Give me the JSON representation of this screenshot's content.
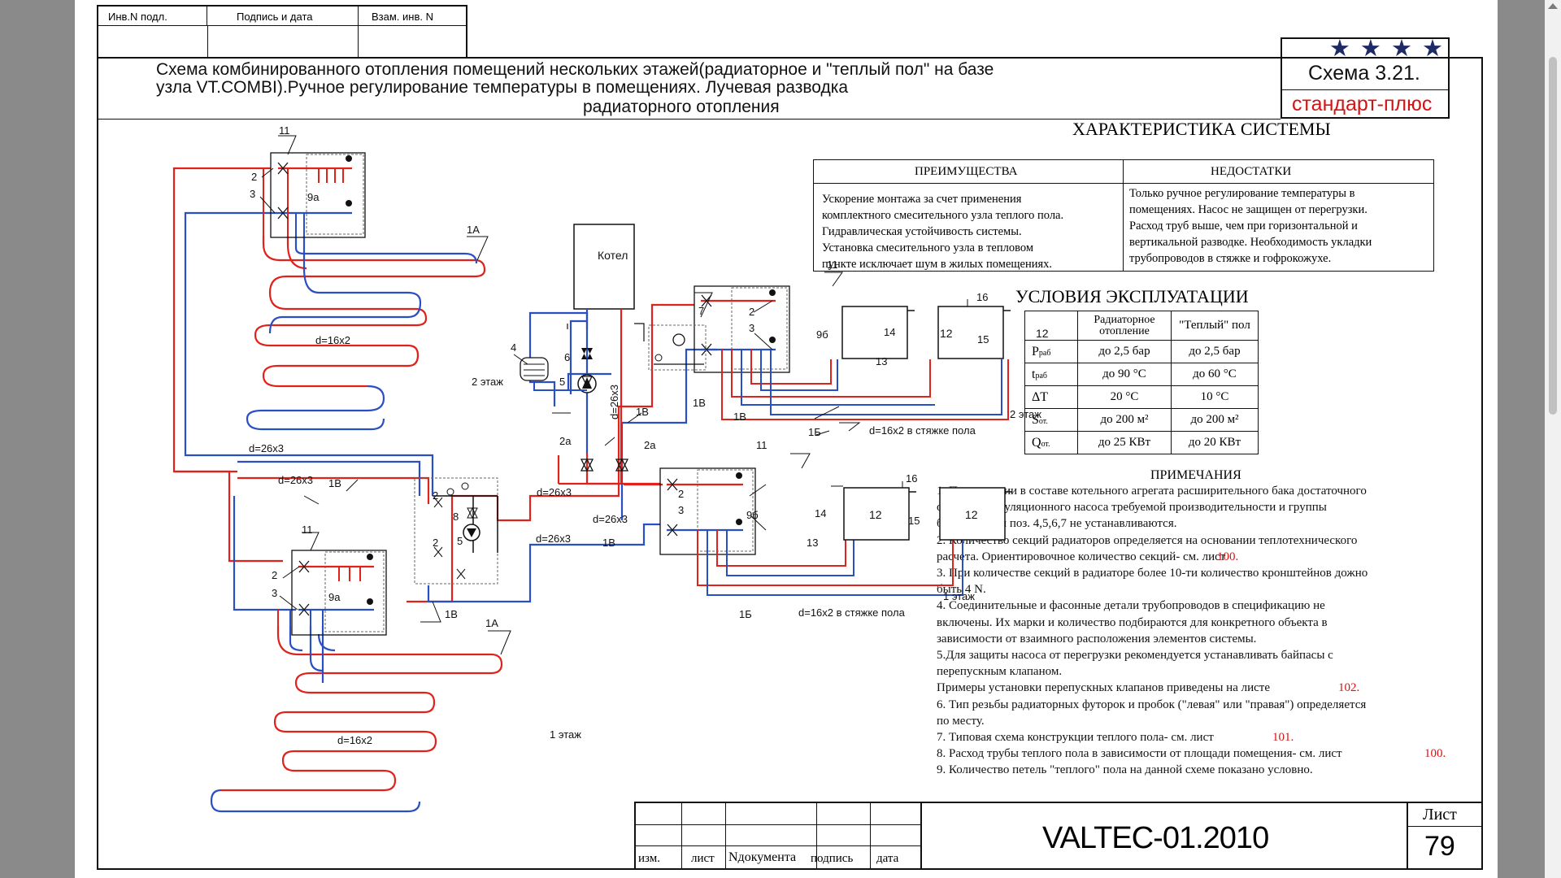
{
  "stamp_top": {
    "inv_podl": "Инв.N подл.",
    "podpis_data": "Подпись и дата",
    "vzam_inv": "Взам. инв. N"
  },
  "title": {
    "line1": "Схема комбинированного отопления помещений нескольких этажей(радиаторное и  \"теплый пол\" на базе",
    "line2": "узла VT.COMBI).Ручное  регулирование температуры в помещениях. Лучевая  разводка",
    "line3": "радиаторного отопления"
  },
  "badge": {
    "stars": "★ ★ ★ ★",
    "scheme": "Схема 3.21.",
    "level": "стандарт-плюс"
  },
  "characteristics": {
    "heading": "ХАРАКТЕРИСТИКА СИСТЕМЫ",
    "adv_header": "ПРЕИМУЩЕСТВА",
    "dis_header": "НЕДОСТАТКИ",
    "advantages": [
      "Ускорение монтажа за счет применения",
      "комплектного смесительного узла теплого пола.",
      "Гидравлическая устойчивость системы.",
      "Установка смесительного узла в тепловом",
      "пункте исключает шум в  жилых помещениях."
    ],
    "disadvantages": [
      "Только ручное регулирование температуры в",
      "помещениях. Насос не защищен от перегрузки.",
      "Расход труб выше, чем при  горизонтальной и",
      "вертикальной разводке. Необходимость укладки",
      "трубопроводов в стяжке и гофрокожухе."
    ]
  },
  "conditions": {
    "heading": "УСЛОВИЯ ЭКСПЛУАТАЦИИ",
    "col1": "Радиаторное отопление",
    "col2": "\"Теплый\" пол",
    "rows": [
      {
        "p": "P",
        "sub": "раб",
        "v1": "до 2,5 бар",
        "v2": "до 2,5 бар"
      },
      {
        "p": "t",
        "sub": "раб",
        "v1": "до 90 °С",
        "v2": "до 60 °С"
      },
      {
        "p": "ΔT",
        "sub": "",
        "v1": "20 °С",
        "v2": "10 °С"
      },
      {
        "p": "S",
        "sub": "от.",
        "v1": "до 200 м²",
        "v2": "до 200 м²"
      },
      {
        "p": "Q",
        "sub": "от.",
        "v1": "до 25 КВт",
        "v2": "до 20 КВт"
      }
    ]
  },
  "notes": {
    "heading": "ПРИМЕЧАНИЯ",
    "lines": [
      "1. При наличии в составе котельного агрегата расширительного бака достаточного",
      "объема, циркуляционного насоса требуемой производительности и группы",
      "безопасности  поз. 4,5,6,7 не устанавливаются.",
      "2. Количество секций радиаторов определяется на основании теплотехнического",
      "расчета. Ориентировочное количество секций- см. лист",
      "3. При количестве секций в радиаторе более 10-ти количество кронштейнов дожно",
      "быть 4 N.",
      "4. Соединительные и фасонные детали трубопроводов в спецификацию не",
      "включены. Их марки и количество  подбираются для конкретного объекта в",
      "зависимости от  взаимного расположения элементов системы.",
      "5.Для защиты насоса от перегрузки рекомендуется устанавливать байпасы с",
      "перепускным клапаном.",
      "Примеры установки перепускных клапанов приведены на листе",
      "6. Тип резьбы радиаторных футорок и пробок (\"левая\" или \"правая\") определяется",
      "по месту.",
      "7. Типовая схема конструкции теплого пола- см. лист",
      "8. Расход трубы теплого пола в зависимости от площади помещения- см. лист",
      "9. Количество петель \"теплого\" пола на данной схеме показано условно."
    ],
    "ref_100a": "100.",
    "ref_102": "102.",
    "ref_101": "101.",
    "ref_100b": "100."
  },
  "diagram": {
    "boiler": "Котел",
    "floor2": "2 этаж",
    "floor1": "1 этаж",
    "floor2_right": "2 этаж",
    "floor1_right": "1 этаж",
    "d16_top": "d=16x2",
    "d16_bottom": "d=16x2",
    "d26_a": "d=26x3",
    "d26_b": "d=26x3",
    "d26_c": "d=26x3",
    "d26_d": "d=26x3",
    "d26_e": "d=26x3",
    "d26_vert": "d=26x3",
    "screed_top": "d=16x2 в стяжке пола",
    "screed_bottom": "d=16x2 в стяжке пола",
    "l1a_top": "1А",
    "l1a_bottom": "1А",
    "l1b_a": "1В",
    "l1b_b": "1В",
    "l1b_c": "1В",
    "l1b_d": "1В",
    "l1b_e": "1В",
    "l1b_f": "1В",
    "l1b_g": "1Б",
    "l1b_h": "1Б",
    "n2a_l": "2а",
    "n2a_r": "2а",
    "n4": "4",
    "n5": "5",
    "n6": "6",
    "n7": "7",
    "n8": "8",
    "n5b": "5",
    "n2b": "2",
    "n2c": "2",
    "m1": {
      "n11": "11",
      "n2": "2",
      "n3": "3",
      "n9": "9а"
    },
    "m2": {
      "n11": "11",
      "n2": "2",
      "n3": "3",
      "n9": "9а"
    },
    "m3": {
      "n11": "11",
      "n2": "2",
      "n3": "3",
      "n9": "9б"
    },
    "m4": {
      "n11": "11",
      "n2": "2",
      "n3": "3",
      "n9": "9б"
    },
    "rad": "12",
    "n13a": "13",
    "n14a": "14",
    "n15a": "15",
    "n16a": "16",
    "n13b": "13",
    "n14b": "14",
    "n15b": "15",
    "n16b": "16"
  },
  "stamp_bottom": {
    "izm": "изм.",
    "list": "лист",
    "ndoc": "Nдокумента",
    "podpis": "подпись",
    "data": "дата",
    "code": "VALTEC-01.2010",
    "sheet_label": "Лист",
    "sheet_no": "79"
  },
  "colors": {
    "supply": "#e0221c",
    "return": "#2a4fc4",
    "accent": "#d21414",
    "star": "#1e2a66"
  }
}
